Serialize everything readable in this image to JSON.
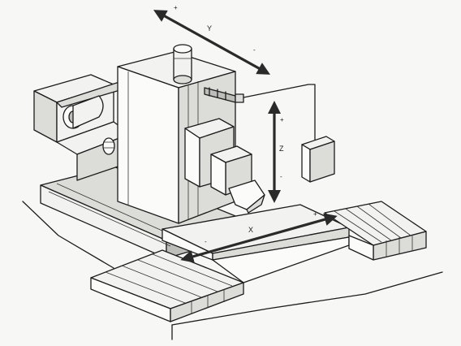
{
  "axes": {
    "y": {
      "label": "Y",
      "plus": "+",
      "minus": "-"
    },
    "z": {
      "label": "Z",
      "plus": "+",
      "minus": "-"
    },
    "x": {
      "label": "X",
      "plus": "+",
      "minus": "-"
    }
  },
  "colors": {
    "ink": "#1c1c1c",
    "arrow": "#2a2a2a",
    "paper": "#f7f7f5"
  }
}
